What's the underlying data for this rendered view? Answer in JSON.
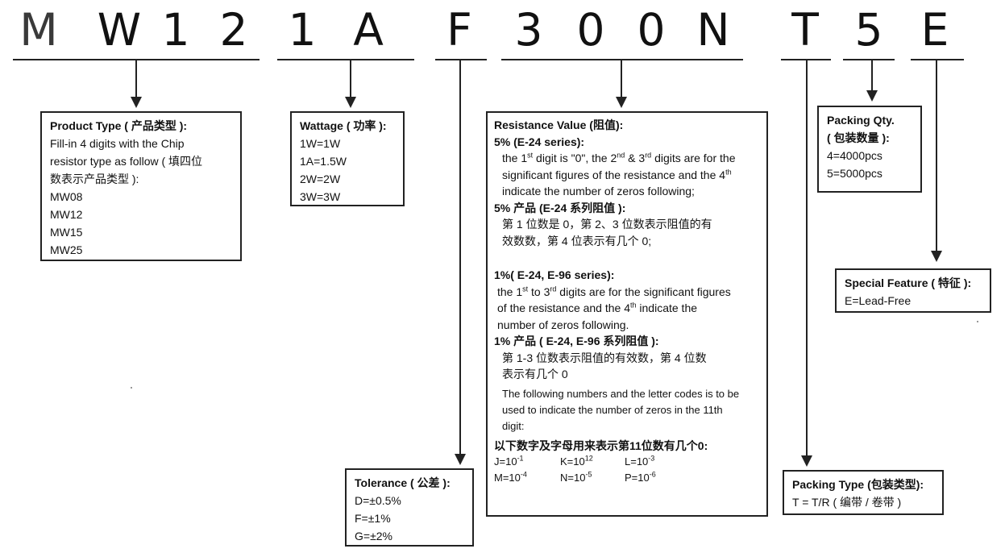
{
  "part_number": {
    "chars": [
      "M",
      "W",
      "1",
      "2",
      "1",
      "A",
      "F",
      "3",
      "0",
      "0",
      "N",
      "T",
      "5",
      "E"
    ]
  },
  "product_type": {
    "title": "Product Type ( 产品类型 ):",
    "lines": [
      "Fill-in 4 digits with the Chip",
      "resistor type as follow ( 填四位",
      "数表示产品类型 ):",
      "MW08",
      "MW12",
      "MW15",
      "MW25"
    ]
  },
  "wattage": {
    "title": "Wattage ( 功率 ):",
    "lines": [
      "1W=1W",
      "1A=1.5W",
      "2W=2W",
      "3W=3W"
    ]
  },
  "tolerance": {
    "title": "Tolerance ( 公差 ):",
    "lines": [
      "D=±0.5%",
      "F=±1%",
      "G=±2%"
    ]
  },
  "resistance": {
    "title": "Resistance Value (阻值):",
    "e24_header": "5% (E-24 series):",
    "e24_l1_a": "the 1",
    "e24_l1_s1": "st",
    "e24_l1_b": " digit is \"0\", the 2",
    "e24_l1_s2": "nd",
    "e24_l1_c": " & 3",
    "e24_l1_s3": "rd",
    "e24_l1_d": " digits are for the",
    "e24_l2_a": "significant figures of the resistance and the 4",
    "e24_l2_s": "th",
    "e24_l3": "indicate the number of  zeros following;",
    "e24_cn_header": "5% 产品 (E-24 系列阻值 ):",
    "e24_cn_l1": "第 1 位数是 0，第 2、3 位数表示阻值的有",
    "e24_cn_l2": "效数数，第 4 位表示有几个 0;",
    "e96_header": "1%( E-24, E-96 series):",
    "e96_l1_a": "the 1",
    "e96_l1_s1": "st",
    "e96_l1_b": " to 3",
    "e96_l1_s2": "rd",
    "e96_l1_c": " digits are for the significant figures",
    "e96_l2_a": "of the resistance and the 4",
    "e96_l2_s": "th",
    "e96_l2_b": " indicate the",
    "e96_l3": "number of  zeros following.",
    "e96_cn_header": "1% 产品 ( E-24, E-96 系列阻值 ):",
    "e96_cn_l1": "第 1-3 位数表示阻值的有效数，第 4 位数",
    "e96_cn_l2": "表示有几个 0",
    "codes_intro_l1": "The following numbers and the letter codes is to be",
    "codes_intro_l2": "used to indicate the number of zeros in the 11th",
    "codes_intro_l3": "digit:",
    "codes_cn_header": "以下数字及字母用来表示第11位数有几个0:",
    "codes": [
      {
        "base": "J=10",
        "exp": "-1"
      },
      {
        "base": "K=10",
        "exp": "12"
      },
      {
        "base": "L=10",
        "exp": "-3"
      },
      {
        "base": "M=10",
        "exp": "-4"
      },
      {
        "base": "N=10",
        "exp": "-5"
      },
      {
        "base": "P=10",
        "exp": "-6"
      }
    ]
  },
  "packing_qty": {
    "title_l1": "Packing Qty.",
    "title_l2": "( 包装数量 ):",
    "lines": [
      "4=4000pcs",
      "5=5000pcs"
    ]
  },
  "special_feature": {
    "title": "Special Feature ( 特征 ):",
    "lines": [
      "E=Lead-Free"
    ]
  },
  "packing_type": {
    "title": "Packing Type (包装类型):",
    "lines": [
      "T = T/R ( 编带 / 卷带 )"
    ]
  }
}
